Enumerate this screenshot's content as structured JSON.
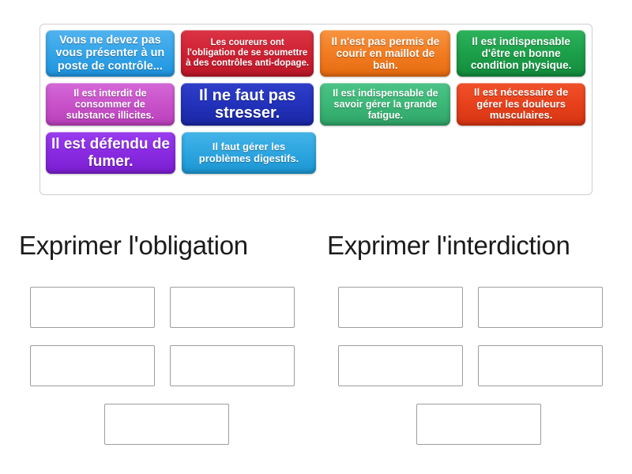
{
  "activity": {
    "type": "drag-and-drop-group-sort",
    "tile_pool": {
      "tiles": [
        {
          "id": 1,
          "text": "Vous ne devez pas vous présenter à un poste de contrôle...",
          "color": "#1d93dd",
          "color_name": "blue"
        },
        {
          "id": 2,
          "text": "Les coureurs ont l'obligation de se soumettre à des contrôles anti-dopage.",
          "color": "#cf2233",
          "color_name": "red"
        },
        {
          "id": 3,
          "text": "Il n'est pas permis de courir en maillot de bain.",
          "color": "#f27d22",
          "color_name": "orange"
        },
        {
          "id": 4,
          "text": "Il est indispensable d'être en bonne condition physique.",
          "color": "#1da04a",
          "color_name": "green"
        },
        {
          "id": 5,
          "text": "Il est interdit de consommer de substance illicites.",
          "color": "#c952ca",
          "color_name": "orchid"
        },
        {
          "id": 6,
          "text": "Il ne faut pas stresser.",
          "color": "#2232bb",
          "color_name": "navy"
        },
        {
          "id": 7,
          "text": "Il est indispensable de savoir gérer la grande fatigue.",
          "color": "#3cb878",
          "color_name": "sea-green"
        },
        {
          "id": 8,
          "text": "Il est nécessaire de gérer les douleurs musculaires.",
          "color": "#e8411c",
          "color_name": "orange-red"
        },
        {
          "id": 9,
          "text": "Il est défendu de fumer.",
          "color": "#8a2be2",
          "color_name": "purple"
        },
        {
          "id": 10,
          "text": "Il faut gérer les problèmes digestifs.",
          "color": "#2ea6e0",
          "color_name": "light-blue"
        }
      ]
    },
    "categories": [
      {
        "id": "obligation",
        "heading": "Exprimer l'obligation",
        "slot_count": 5,
        "slots": [
          "",
          "",
          "",
          "",
          ""
        ]
      },
      {
        "id": "interdiction",
        "heading": "Exprimer l'interdiction",
        "slot_count": 5,
        "slots": [
          "",
          "",
          "",
          "",
          ""
        ]
      }
    ],
    "colors": {
      "slot_border": "#9d9d9d",
      "pool_border": "#cfcfcf",
      "heading_text": "#1b1b1b",
      "background": "#ffffff",
      "tile_text": "#ffffff"
    }
  }
}
